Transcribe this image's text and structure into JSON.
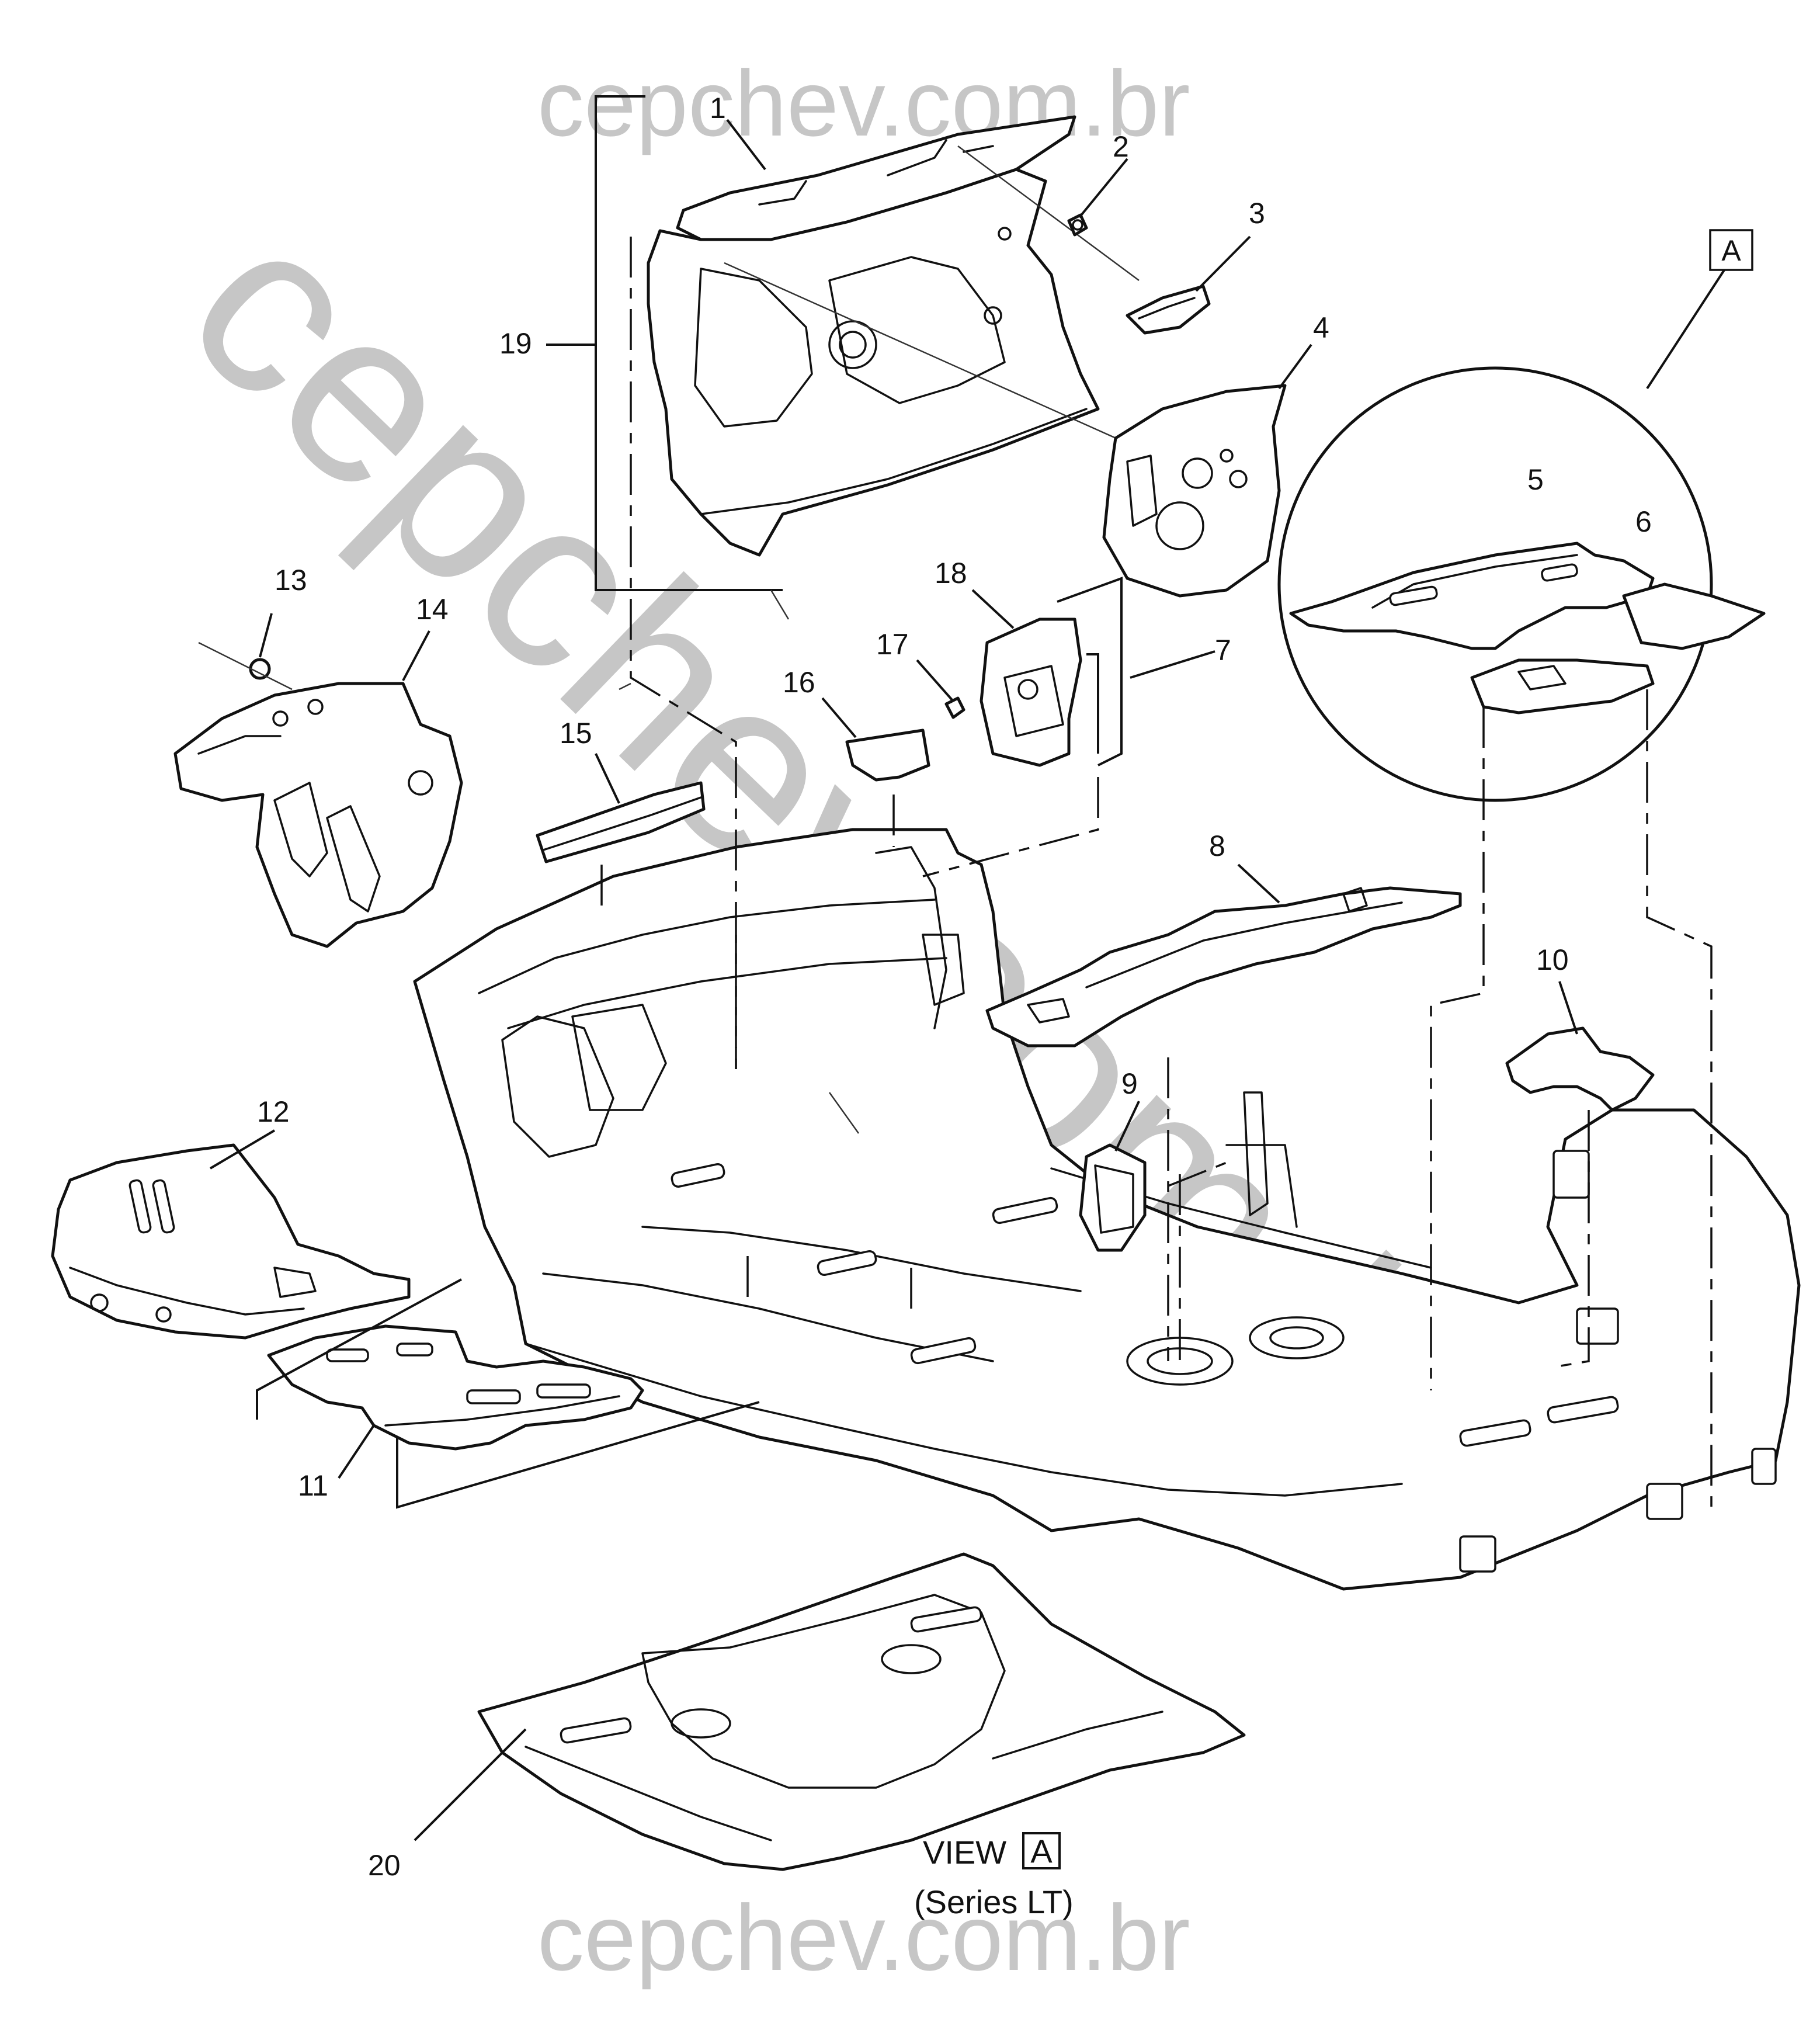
{
  "callouts": {
    "c1": "1",
    "c2": "2",
    "c3": "3",
    "c4": "4",
    "c5": "5",
    "c6": "6",
    "c7": "7",
    "c8": "8",
    "c9": "9",
    "c10": "10",
    "c11": "11",
    "c12": "12",
    "c13": "13",
    "c14": "14",
    "c15": "15",
    "c16": "16",
    "c17": "17",
    "c18": "18",
    "c19": "19",
    "c20": "20"
  },
  "view_marker": {
    "letter": "A"
  },
  "view_caption": {
    "label": "VIEW",
    "letter": "A",
    "series": "(Series LT)"
  },
  "watermark": {
    "top": "cepchev.com.br",
    "bottom": "cepchev.com.br",
    "diagonal": "cepchev.com.br",
    "color": "#bdbdbd"
  },
  "colors": {
    "line": "#111111",
    "fill": "#ffffff"
  }
}
